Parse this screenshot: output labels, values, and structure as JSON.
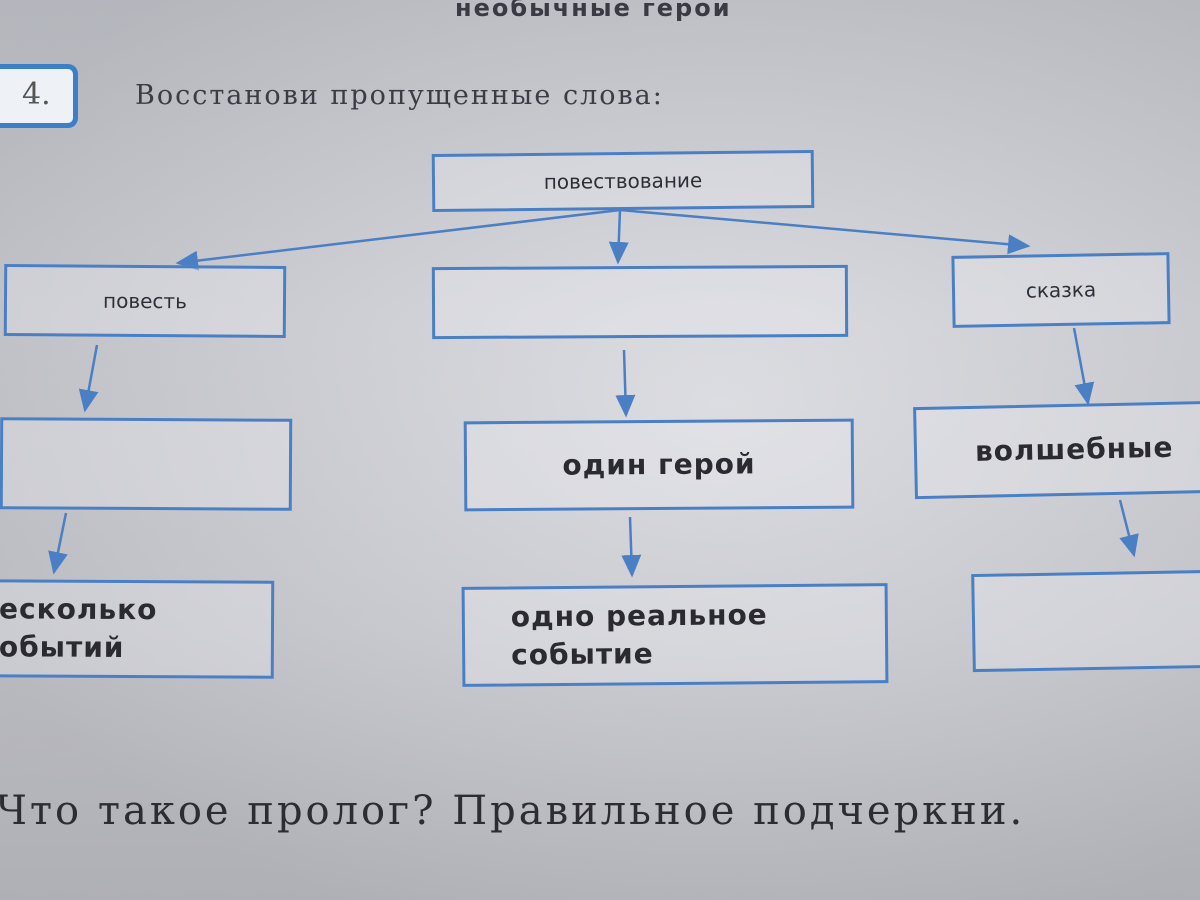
{
  "header_fragment": "необычные герои",
  "task": {
    "number": "4.",
    "title": "Восстанови пропущенные слова:"
  },
  "diagram": {
    "root": "повествование",
    "col_left": {
      "level1": "повесть",
      "level2": "",
      "level3_line1": "есколько",
      "level3_line2": "обытий"
    },
    "col_mid": {
      "level1": "",
      "level2": "один герой",
      "level3_line1": "одно реальное",
      "level3_line2": "событие"
    },
    "col_right": {
      "level1": "сказка",
      "level2": "волшебные",
      "level3": ""
    }
  },
  "next_question": "Что такое пролог? Правильное подчеркни.",
  "colors": {
    "box_border": "#4a7fc4",
    "arrow": "#4a7fc4",
    "paper": "#cfd0d6"
  }
}
